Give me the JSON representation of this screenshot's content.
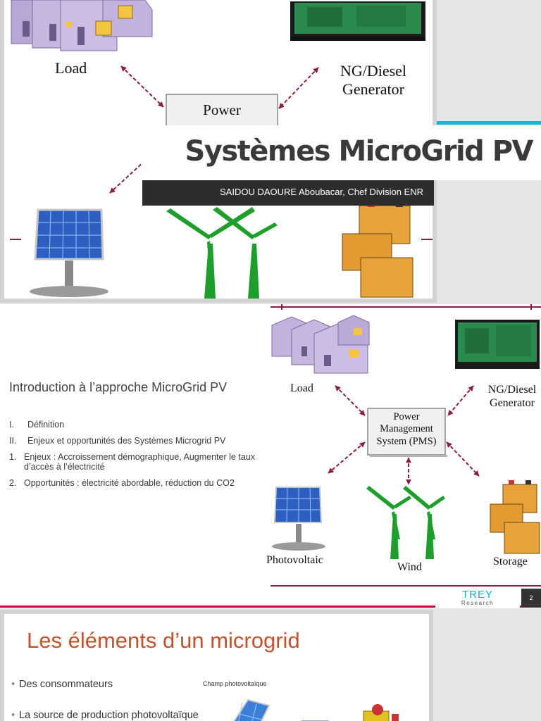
{
  "slide1": {
    "diagram": {
      "load": "Load",
      "generator": "NG/Diesel Generator",
      "pms_partial": "Power"
    },
    "title": "Systèmes MicroGrid PV",
    "author": "SAIDOU DAOURE Aboubacar, Chef Division ENR"
  },
  "slide2": {
    "heading": "Introduction à l’approche MicroGrid PV",
    "items": [
      {
        "num": "I.",
        "text": "Définition"
      },
      {
        "num": "II.",
        "text": "Enjeux et opportunités des Systèmes Microgrid PV"
      },
      {
        "num": "1.",
        "text": "Enjeux : Accroissement démographique, Augmenter le taux d’accès à l’électricité"
      },
      {
        "num": "2.",
        "text": "Opportunités : électricité abordable, réduction du CO2"
      }
    ],
    "diagram": {
      "load": "Load",
      "generator": "NG/Diesel Generator",
      "pms": "Power Management System (PMS)",
      "pv": "Photovoltaic",
      "wind": "Wind",
      "storage": "Storage"
    },
    "logo": {
      "name": "TREY",
      "sub": "Research"
    },
    "page_number": "2"
  },
  "slide3": {
    "title": "Les éléments d’un microgrid",
    "bullets": [
      "Des consommateurs",
      "La source de production photovoltaïque"
    ],
    "caption": "Champ photovoltaïque"
  },
  "colors": {
    "title_text": "#3a3a3a",
    "author_bar": "#2d2d2d",
    "teal_accent": "#1fb2d2",
    "red_accent": "#c40a3d",
    "slide3_title": "#c0532e",
    "arrow": "#8b1e3f",
    "turbine": "#1e9e2a"
  }
}
